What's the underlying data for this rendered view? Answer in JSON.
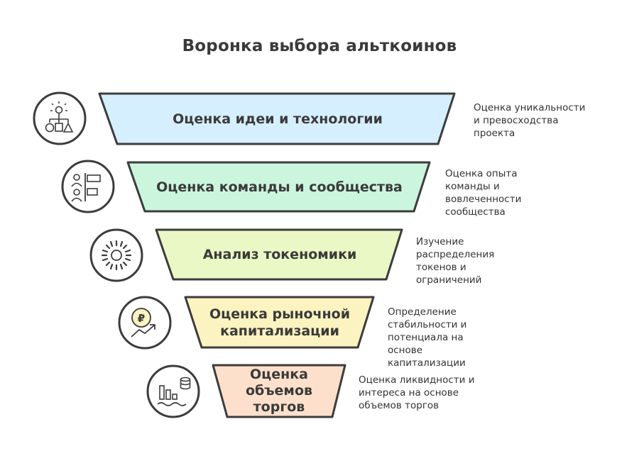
{
  "title": "Воронка выбора альткоинов",
  "colors": {
    "outline": "#3c3c3c",
    "icon_bg": "#ffffff"
  },
  "layers": [
    {
      "label": "Оценка идеи и технологии",
      "description": "Оценка уникальности\nи превосходства\nпроекта",
      "fill": "#d6efff",
      "icon": "idea-technology-icon"
    },
    {
      "label": "Оценка команды и сообщества",
      "description": "Оценка опыта\nкоманды и\nвовлеченности\nсообщества",
      "fill": "#ccf5de",
      "icon": "team-community-icon"
    },
    {
      "label": "Анализ токеномики",
      "description": "Изучение\nраспределения\nтокенов и\nограничений",
      "fill": "#e9f8c4",
      "icon": "tokenomics-icon"
    },
    {
      "label": "Оценка рыночной\nкапитализации",
      "description": "Определение\nстабильности и\nпотенциала на\nоснове\nкапитализации",
      "fill": "#fbf3c0",
      "icon": "market-cap-icon"
    },
    {
      "label": "Оценка\nобъемов\nторгов",
      "description": "Оценка ликвидности и\nинтереса на основе\nобъемов торгов",
      "fill": "#fde0cc",
      "icon": "trading-volume-icon"
    }
  ]
}
